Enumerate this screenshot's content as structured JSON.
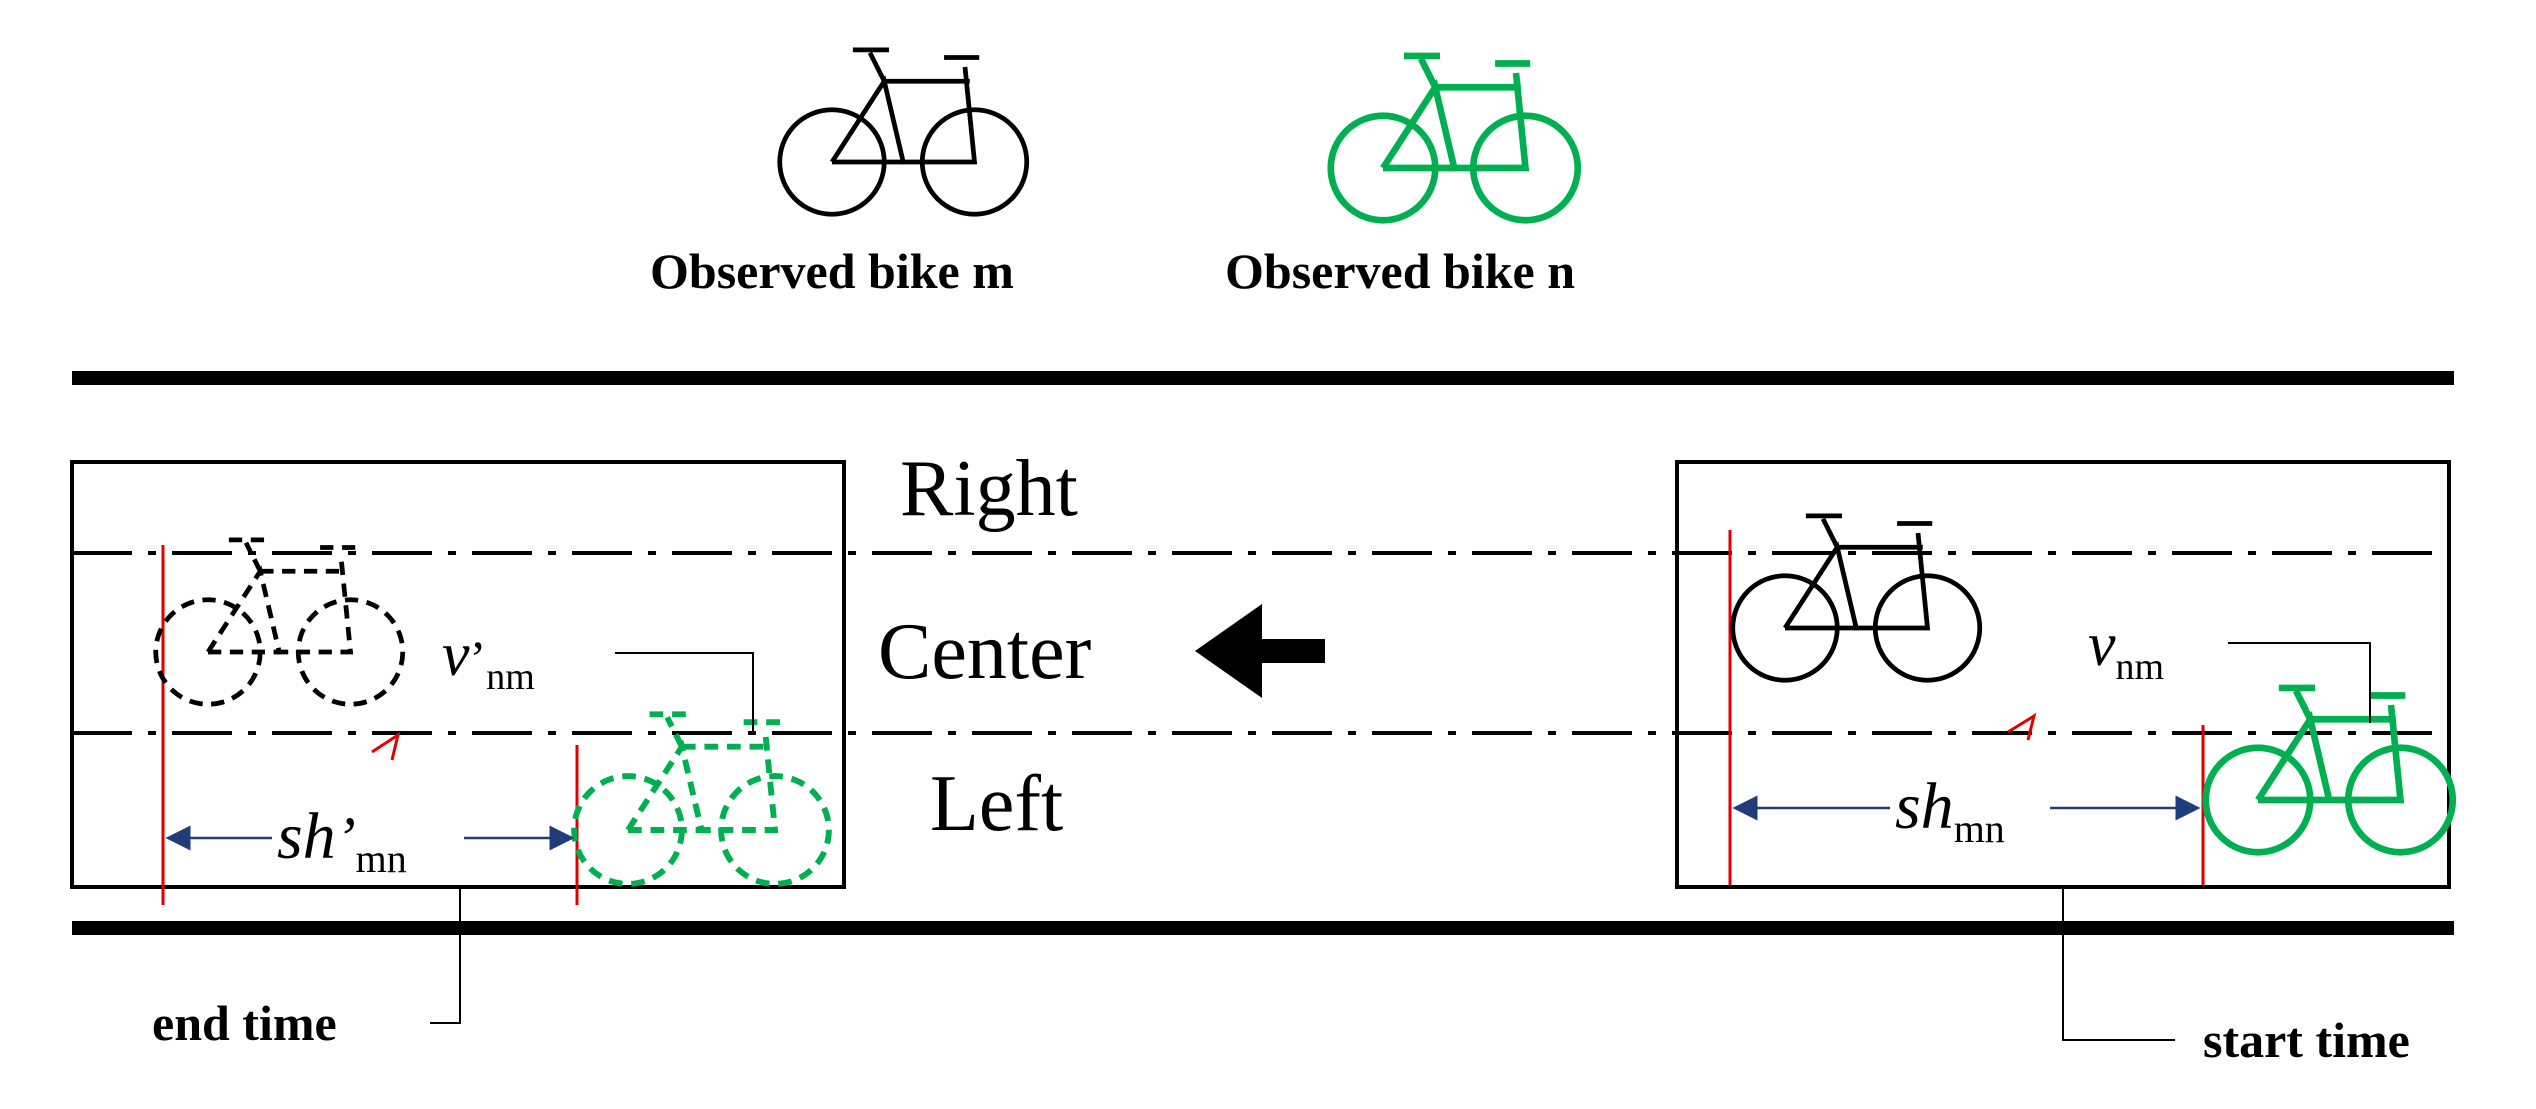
{
  "legend": {
    "bike_m_label": "Observed bike m",
    "bike_n_label": "Observed bike n",
    "bike_m_color": "#000000",
    "bike_n_color": "#00b050"
  },
  "lanes": {
    "right": "Right",
    "center": "Center",
    "left": "Left"
  },
  "direction": {
    "arrow": "←"
  },
  "end_snapshot": {
    "speed_symbol": "v",
    "speed_prime": "’",
    "speed_subscript": "nm",
    "headway_symbol": "sh",
    "headway_prime": "’",
    "headway_subscript": "mn",
    "time_label": "end time"
  },
  "start_snapshot": {
    "speed_symbol": "v",
    "speed_subscript": "nm",
    "headway_symbol": "sh",
    "headway_subscript": "mn",
    "time_label": "start time"
  },
  "colors": {
    "marker_line": "#e00000",
    "headway_arrow": "#1f3d7a",
    "road_edge": "#000000"
  }
}
